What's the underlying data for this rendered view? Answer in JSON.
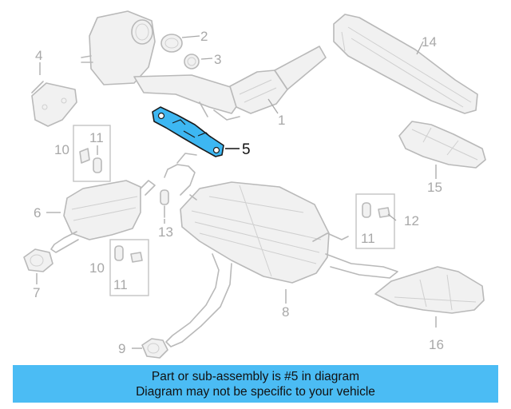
{
  "caption": {
    "line1": "Part or sub-assembly is #5 in diagram",
    "line2": "Diagram may not be specific to your vehicle"
  },
  "highlight_color": "#3db7f2",
  "caption_color": "#4bbcf4",
  "highlighted_part": "5",
  "callouts": {
    "c1": "1",
    "c2": "2",
    "c3": "3",
    "c4": "4",
    "c5": "5",
    "c6": "6",
    "c7": "7",
    "c8": "8",
    "c9": "9",
    "c10a": "10",
    "c10b": "10",
    "c11a": "11",
    "c11b": "11",
    "c11c": "11",
    "c12": "12",
    "c13": "13",
    "c14": "14",
    "c15": "15",
    "c16": "16"
  }
}
